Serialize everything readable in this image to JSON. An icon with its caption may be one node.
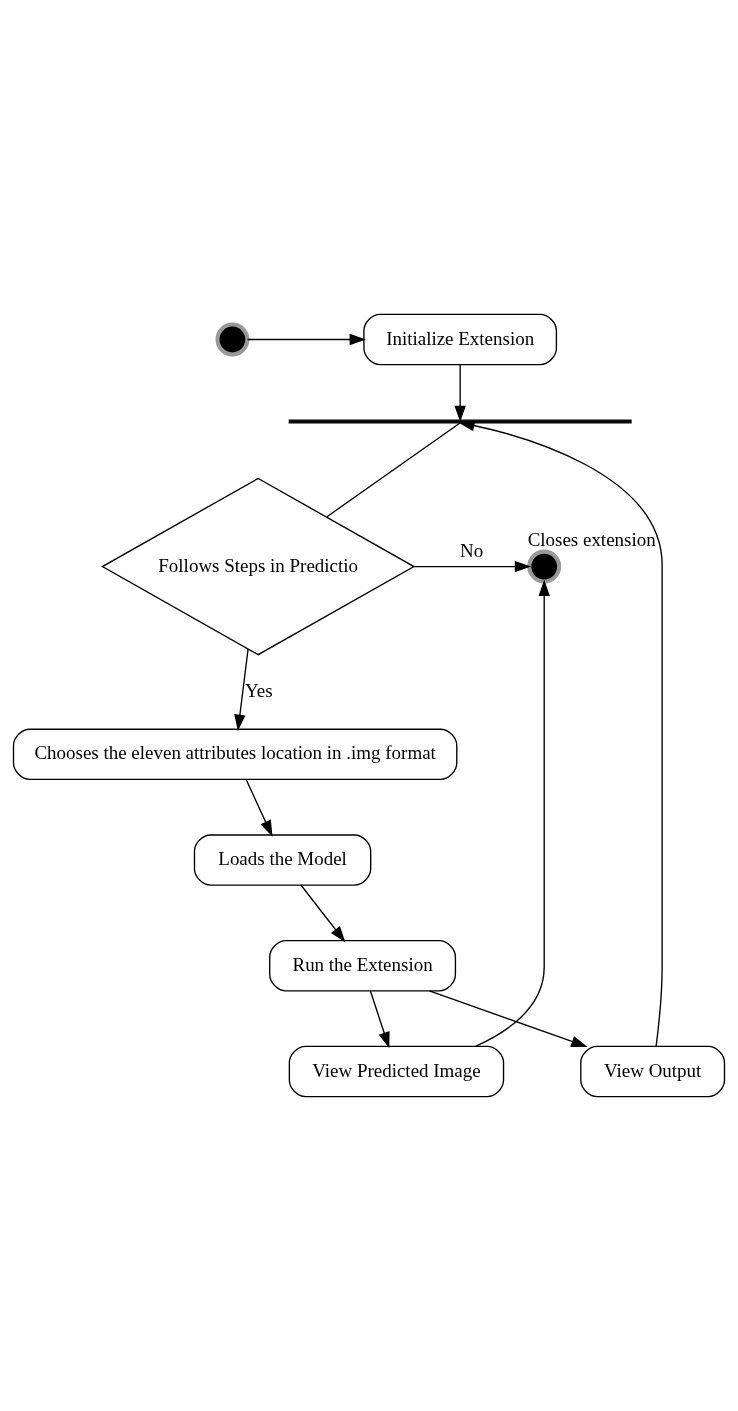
{
  "diagram": {
    "nodes": [
      {
        "text": [],
        "shape": "circle"
      },
      {
        "text": [
          "Initialize Extension"
        ]
      },
      {
        "text": [],
        "shape": "bar"
      },
      {
        "text": [
          "Follows Steps in Predictio"
        ]
      },
      {
        "text": [],
        "shape": "circle",
        "beside": [
          "Closes extension"
        ]
      },
      {
        "text": [
          "Chooses the eleven attributes location in .img format"
        ]
      },
      {
        "text": [
          "Loads the Model"
        ]
      },
      {
        "text": [
          "Run the Extension"
        ]
      },
      {
        "text": [
          "View Predicted Image"
        ]
      },
      {
        "text": [
          "View Output"
        ]
      }
    ],
    "edges": [
      {
        "from": 0,
        "to": 1,
        "arrow": "to"
      },
      {
        "from": 1,
        "to": 2,
        "arrow": "to"
      },
      {
        "from": 9,
        "to": 2,
        "arrow": "to"
      },
      {
        "from": 2,
        "to": 3,
        "arrow": "none"
      },
      {
        "from": 3,
        "to": 4,
        "arrow": "to",
        "label": "No"
      },
      {
        "from": 3,
        "to": 5,
        "arrow": "to",
        "label": "Yes"
      },
      {
        "from": 5,
        "to": 6,
        "arrow": "to"
      },
      {
        "from": 6,
        "to": 7,
        "arrow": "to"
      },
      {
        "from": 7,
        "to": 8,
        "arrow": "to"
      },
      {
        "from": 7,
        "to": 9,
        "arrow": "to"
      },
      {
        "from": 8,
        "to": 4,
        "arrow": "to"
      }
    ]
  }
}
